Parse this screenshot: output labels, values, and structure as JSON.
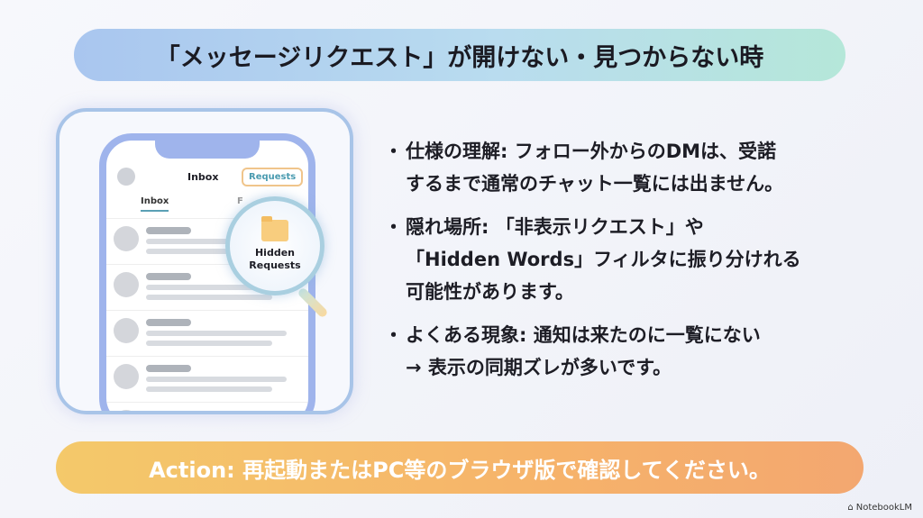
{
  "title": "「メッセージリクエスト」が開けない・見つからない時",
  "illustration": {
    "header_title": "Inbox",
    "requests_button": "Requests",
    "tabs": [
      "Inbox",
      "F"
    ],
    "magnifier_label_line1": "Hidden",
    "magnifier_label_line2": "Requests",
    "icon": "folder-icon"
  },
  "bullets": [
    {
      "lines": [
        "仕様の理解: フォロー外からのDMは、受諾",
        "するまで通常のチャット一覧には出ません。"
      ]
    },
    {
      "lines": [
        "隠れ場所: 「非表示リクエスト」や",
        "「Hidden Words」フィルタに振り分けれる",
        "可能性があります。"
      ]
    },
    {
      "lines": [
        "よくある現象: 通知は来たのに一覧にない",
        "→ 表示の同期ズレが多いです。"
      ]
    }
  ],
  "action": "Action: 再起動またはPC等のブラウザ版で確認してください。",
  "brand": "NotebookLM",
  "colors": {
    "title_bg": "#b9dcef",
    "action_bg": "#f6b36a"
  }
}
